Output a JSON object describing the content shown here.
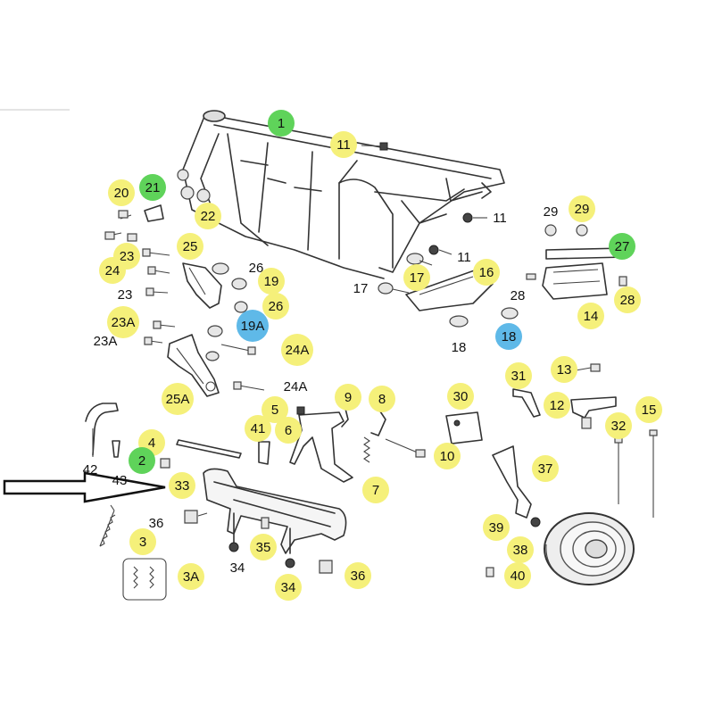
{
  "colors": {
    "yellow": "#f5f07a",
    "green": "#5fd35a",
    "blue": "#5fb9e8",
    "text": "#111111",
    "line": "#333333"
  },
  "callouts": [
    {
      "id": "c1",
      "text": "1",
      "style": "green"
    },
    {
      "id": "c11a",
      "text": "11",
      "style": "yellow"
    },
    {
      "id": "c11b",
      "text": "11",
      "style": "none"
    },
    {
      "id": "c11c",
      "text": "11",
      "style": "none"
    },
    {
      "id": "c20",
      "text": "20",
      "style": "yellow"
    },
    {
      "id": "c21",
      "text": "21",
      "style": "green"
    },
    {
      "id": "c22",
      "text": "22",
      "style": "yellow"
    },
    {
      "id": "c25",
      "text": "25",
      "style": "yellow"
    },
    {
      "id": "c23a",
      "text": "23",
      "style": "yellow"
    },
    {
      "id": "c24a",
      "text": "24",
      "style": "yellow"
    },
    {
      "id": "c26a",
      "text": "26",
      "style": "none"
    },
    {
      "id": "c19",
      "text": "19",
      "style": "yellow"
    },
    {
      "id": "c23b",
      "text": "23",
      "style": "none"
    },
    {
      "id": "c26b",
      "text": "26",
      "style": "yellow"
    },
    {
      "id": "c23Aa",
      "text": "23A",
      "style": "yellow"
    },
    {
      "id": "c19A",
      "text": "19A",
      "style": "blue"
    },
    {
      "id": "c23Ab",
      "text": "23A",
      "style": "none"
    },
    {
      "id": "c24Aa",
      "text": "24A",
      "style": "yellow"
    },
    {
      "id": "c25A",
      "text": "25A",
      "style": "yellow"
    },
    {
      "id": "c24Ab",
      "text": "24A",
      "style": "none"
    },
    {
      "id": "c29a",
      "text": "29",
      "style": "none"
    },
    {
      "id": "c29b",
      "text": "29",
      "style": "yellow"
    },
    {
      "id": "c27",
      "text": "27",
      "style": "green"
    },
    {
      "id": "c17a",
      "text": "17",
      "style": "yellow"
    },
    {
      "id": "c16",
      "text": "16",
      "style": "yellow"
    },
    {
      "id": "c17b",
      "text": "17",
      "style": "none"
    },
    {
      "id": "c28a",
      "text": "28",
      "style": "none"
    },
    {
      "id": "c28b",
      "text": "28",
      "style": "yellow"
    },
    {
      "id": "c14",
      "text": "14",
      "style": "yellow"
    },
    {
      "id": "c18a",
      "text": "18",
      "style": "none"
    },
    {
      "id": "c18b",
      "text": "18",
      "style": "blue"
    },
    {
      "id": "c31",
      "text": "31",
      "style": "yellow"
    },
    {
      "id": "c13",
      "text": "13",
      "style": "yellow"
    },
    {
      "id": "c30",
      "text": "30",
      "style": "yellow"
    },
    {
      "id": "c12",
      "text": "12",
      "style": "yellow"
    },
    {
      "id": "c9",
      "text": "9",
      "style": "yellow"
    },
    {
      "id": "c8",
      "text": "8",
      "style": "yellow"
    },
    {
      "id": "c5",
      "text": "5",
      "style": "yellow"
    },
    {
      "id": "c41",
      "text": "41",
      "style": "yellow"
    },
    {
      "id": "c6",
      "text": "6",
      "style": "yellow"
    },
    {
      "id": "c32",
      "text": "32",
      "style": "yellow"
    },
    {
      "id": "c15",
      "text": "15",
      "style": "yellow"
    },
    {
      "id": "c4",
      "text": "4",
      "style": "yellow"
    },
    {
      "id": "c2",
      "text": "2",
      "style": "green"
    },
    {
      "id": "c10",
      "text": "10",
      "style": "yellow"
    },
    {
      "id": "c37",
      "text": "37",
      "style": "yellow"
    },
    {
      "id": "c42",
      "text": "42",
      "style": "none"
    },
    {
      "id": "c43",
      "text": "43",
      "style": "none"
    },
    {
      "id": "c7",
      "text": "7",
      "style": "yellow"
    },
    {
      "id": "c33",
      "text": "33",
      "style": "yellow"
    },
    {
      "id": "c36a",
      "text": "36",
      "style": "none"
    },
    {
      "id": "c39",
      "text": "39",
      "style": "yellow"
    },
    {
      "id": "c3",
      "text": "3",
      "style": "yellow"
    },
    {
      "id": "c35",
      "text": "35",
      "style": "yellow"
    },
    {
      "id": "c38",
      "text": "38",
      "style": "yellow"
    },
    {
      "id": "c34a",
      "text": "34",
      "style": "none"
    },
    {
      "id": "c40",
      "text": "40",
      "style": "yellow"
    },
    {
      "id": "c36b",
      "text": "36",
      "style": "yellow"
    },
    {
      "id": "c3A",
      "text": "3A",
      "style": "yellow"
    },
    {
      "id": "c34b",
      "text": "34",
      "style": "yellow"
    }
  ]
}
